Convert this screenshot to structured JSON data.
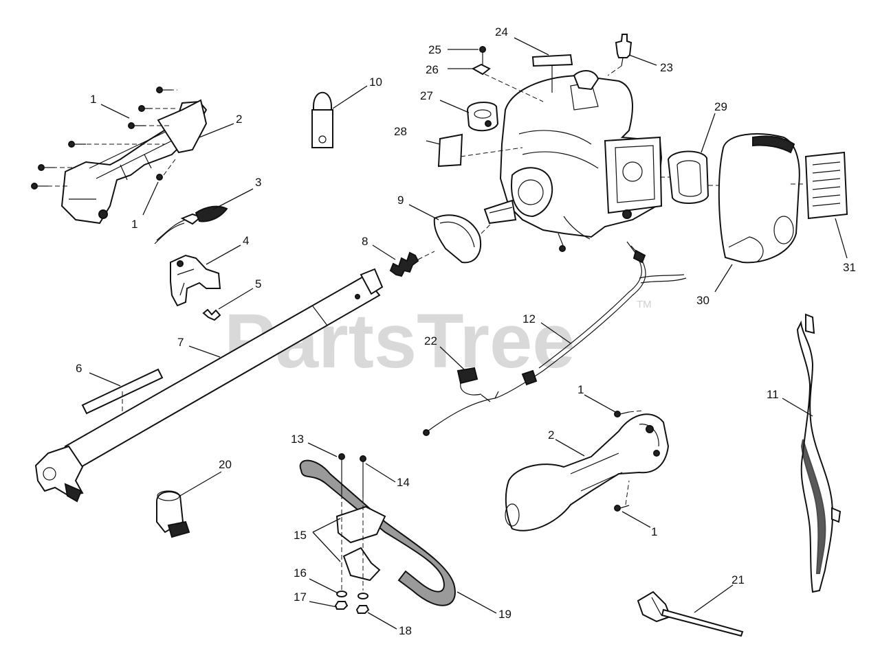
{
  "watermark": {
    "text": "PartsTree",
    "trademark": "TM"
  },
  "callouts": [
    {
      "id": "c1a",
      "label": "1"
    },
    {
      "id": "c1b",
      "label": "1"
    },
    {
      "id": "c1c",
      "label": "1"
    },
    {
      "id": "c1d",
      "label": "1"
    },
    {
      "id": "c2a",
      "label": "2"
    },
    {
      "id": "c2b",
      "label": "2"
    },
    {
      "id": "c3",
      "label": "3"
    },
    {
      "id": "c4",
      "label": "4"
    },
    {
      "id": "c5",
      "label": "5"
    },
    {
      "id": "c6",
      "label": "6"
    },
    {
      "id": "c7",
      "label": "7"
    },
    {
      "id": "c8",
      "label": "8"
    },
    {
      "id": "c9",
      "label": "9"
    },
    {
      "id": "c10",
      "label": "10"
    },
    {
      "id": "c11",
      "label": "11"
    },
    {
      "id": "c12",
      "label": "12"
    },
    {
      "id": "c13",
      "label": "13"
    },
    {
      "id": "c14",
      "label": "14"
    },
    {
      "id": "c15",
      "label": "15"
    },
    {
      "id": "c16",
      "label": "16"
    },
    {
      "id": "c17",
      "label": "17"
    },
    {
      "id": "c18",
      "label": "18"
    },
    {
      "id": "c19",
      "label": "19"
    },
    {
      "id": "c20",
      "label": "20"
    },
    {
      "id": "c21",
      "label": "21"
    },
    {
      "id": "c22",
      "label": "22"
    },
    {
      "id": "c23",
      "label": "23"
    },
    {
      "id": "c24",
      "label": "24"
    },
    {
      "id": "c25",
      "label": "25"
    },
    {
      "id": "c26",
      "label": "26"
    },
    {
      "id": "c27",
      "label": "27"
    },
    {
      "id": "c28",
      "label": "28"
    },
    {
      "id": "c29",
      "label": "29"
    },
    {
      "id": "c30",
      "label": "30"
    },
    {
      "id": "c31",
      "label": "31"
    }
  ]
}
